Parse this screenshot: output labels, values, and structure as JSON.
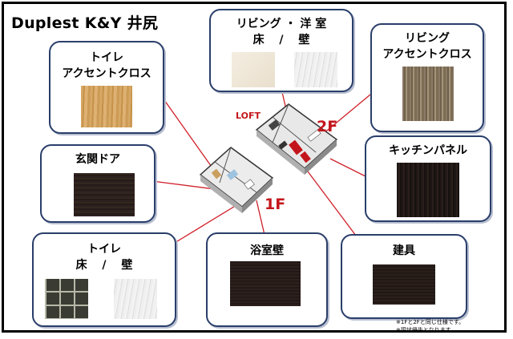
{
  "title": "Duplest K&Y 井尻",
  "boxes": {
    "living": {
      "line1": "リビング ・ 洋 室",
      "line2": "床　 /　 壁"
    },
    "living_accent": {
      "line1": "リビング",
      "line2": "アクセントクロス"
    },
    "toilet_accent": {
      "line1": "トイレ",
      "line2": "アクセントクロス"
    },
    "entrance_door": {
      "line1": "玄関ドア"
    },
    "kitchen_panel": {
      "line1": "キッチンパネル"
    },
    "toilet_floor_wall": {
      "line1": "トイレ",
      "line2": "床　 /　 壁"
    },
    "bath_wall": {
      "line1": "浴室壁"
    },
    "fittings": {
      "line1": "建具"
    }
  },
  "floor_labels": {
    "f1": "1F",
    "f2": "2F",
    "loft": "LOFT"
  },
  "notes": [
    "※1Fと2Fと同じ仕様です。",
    "※現状優先となります。"
  ],
  "colors": {
    "frame": "#000000",
    "box_border": "#2a3e6a",
    "accent_red": "#c3161c",
    "leader_line": "#d0202a"
  }
}
